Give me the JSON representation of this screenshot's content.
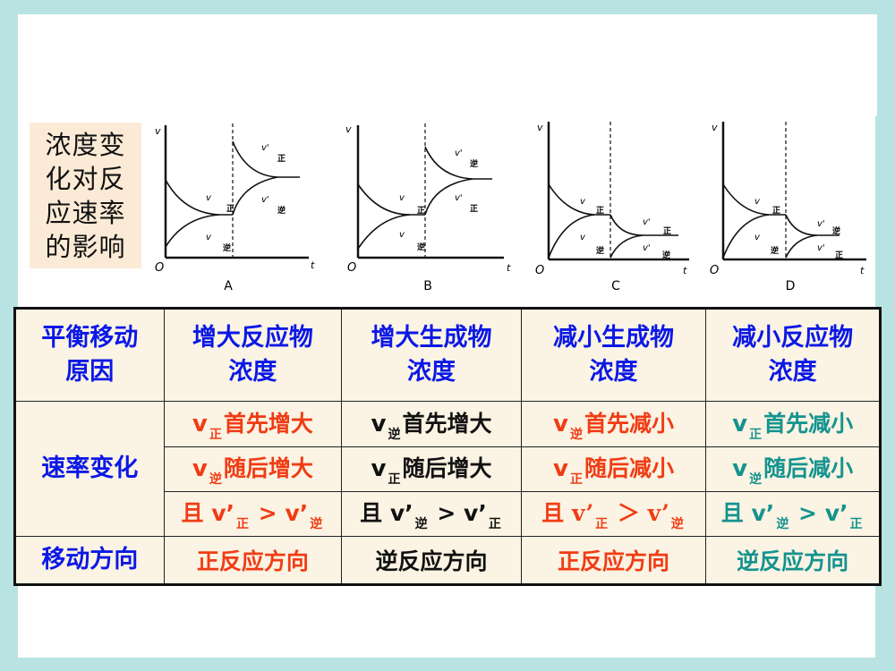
{
  "side_label": "浓度变化对反应速率的影响",
  "chart_data": [
    {
      "type": "line",
      "title": "A",
      "xlabel": "t",
      "ylabel": "v",
      "origin": "O",
      "series": [
        {
          "name": "v正",
          "description": "decreases from start, meets v逆 at equilibrium"
        },
        {
          "name": "v逆",
          "description": "increases from 0, meets v正 at equilibrium"
        },
        {
          "name": "v'正",
          "description": "jumps up at dashed line, then decreases to new equilibrium"
        },
        {
          "name": "v'逆",
          "description": "continuous at dashed line, then increases to new equilibrium"
        }
      ],
      "annotations": [
        "v正",
        "v逆",
        "v'正",
        "v'逆"
      ]
    },
    {
      "type": "line",
      "title": "B",
      "xlabel": "t",
      "ylabel": "v",
      "origin": "O",
      "series": [
        {
          "name": "v正",
          "description": "decreases to equilibrium"
        },
        {
          "name": "v逆",
          "description": "increases to equilibrium"
        },
        {
          "name": "v'逆",
          "description": "jumps up at dashed line, then decreases"
        },
        {
          "name": "v'正",
          "description": "continuous at dashed line, then increases"
        }
      ],
      "annotations": [
        "v正",
        "v逆",
        "v'逆",
        "v'正"
      ]
    },
    {
      "type": "line",
      "title": "C",
      "xlabel": "t",
      "ylabel": "v",
      "origin": "O",
      "series": [
        {
          "name": "v正",
          "description": "decreases to equilibrium"
        },
        {
          "name": "v逆",
          "description": "increases to equilibrium"
        },
        {
          "name": "v'正",
          "description": "continuous at dashed line, then decreases"
        },
        {
          "name": "v'逆",
          "description": "drops at dashed line, then increases"
        }
      ],
      "annotations": [
        "v正",
        "v逆",
        "v'正",
        "v'逆"
      ]
    },
    {
      "type": "line",
      "title": "D",
      "xlabel": "t",
      "ylabel": "v",
      "origin": "O",
      "series": [
        {
          "name": "v正",
          "description": "decreases to equilibrium"
        },
        {
          "name": "v逆",
          "description": "increases to equilibrium"
        },
        {
          "name": "v'逆",
          "description": "continuous at dashed line, then decreases"
        },
        {
          "name": "v'正",
          "description": "drops at dashed line, then increases"
        }
      ],
      "annotations": [
        "v正",
        "v逆",
        "v'逆",
        "v'正"
      ]
    }
  ],
  "charts": {
    "labels": [
      "A",
      "B",
      "C",
      "D"
    ],
    "axis_y": "v",
    "axis_x": "t",
    "origin": "O",
    "v": "v",
    "vp": "v'",
    "zheng": "正",
    "ni": "逆"
  },
  "table": {
    "header": {
      "row_label": "平衡移动原因",
      "row_label_l1": "平衡移动",
      "row_label_l2": "原因",
      "cols": [
        {
          "l1": "增大反应物",
          "l2": "浓度"
        },
        {
          "l1": "增大生成物",
          "l2": "浓度"
        },
        {
          "l1": "减小生成物",
          "l2": "浓度"
        },
        {
          "l1": "减小反应物",
          "l2": "浓度"
        }
      ]
    },
    "rate_row": {
      "label": "速率变化",
      "cells": [
        {
          "first": {
            "v": "v",
            "sub": "正",
            "text": "首先增大"
          },
          "then": {
            "v": "v",
            "sub": "逆",
            "text": "随后增大"
          },
          "cmp": {
            "pre": "且",
            "a": "v’",
            "a_sub": "正",
            "op": ">",
            "b": "v’",
            "b_sub": "逆"
          }
        },
        {
          "first": {
            "v": "v",
            "sub": "逆",
            "text": "首先增大"
          },
          "then": {
            "v": "v",
            "sub": "正",
            "text": "随后增大"
          },
          "cmp": {
            "pre": "且",
            "a": "v’",
            "a_sub": "逆",
            "op": ">",
            "b": "v’",
            "b_sub": "正"
          }
        },
        {
          "first": {
            "v": "v",
            "sub": "逆",
            "text": "首先减小"
          },
          "then": {
            "v": "v",
            "sub": "正",
            "text": "随后减小"
          },
          "cmp": {
            "pre": "且",
            "a": "v’",
            "a_sub": "正",
            "op": "＞",
            "b": "v’",
            "b_sub": "逆"
          }
        },
        {
          "first": {
            "v": "v",
            "sub": "正",
            "text": "首先减小"
          },
          "then": {
            "v": "v",
            "sub": "逆",
            "text": "随后减小"
          },
          "cmp": {
            "pre": "且",
            "a": "v’",
            "a_sub": "逆",
            "op": ">",
            "b": "v’",
            "b_sub": "正"
          }
        }
      ]
    },
    "direction_row": {
      "label": "移动方向",
      "cells": [
        "正反应方向",
        "逆反应方向",
        "正反应方向",
        "逆反应方向"
      ]
    }
  },
  "colors": {
    "background": "#B9E2E2",
    "slide": "#FFFFFF",
    "table_bg": "#FBF3E3",
    "header_blue": "#0B18E6",
    "red": "#F03C14",
    "black": "#111111",
    "teal": "#14938F"
  }
}
